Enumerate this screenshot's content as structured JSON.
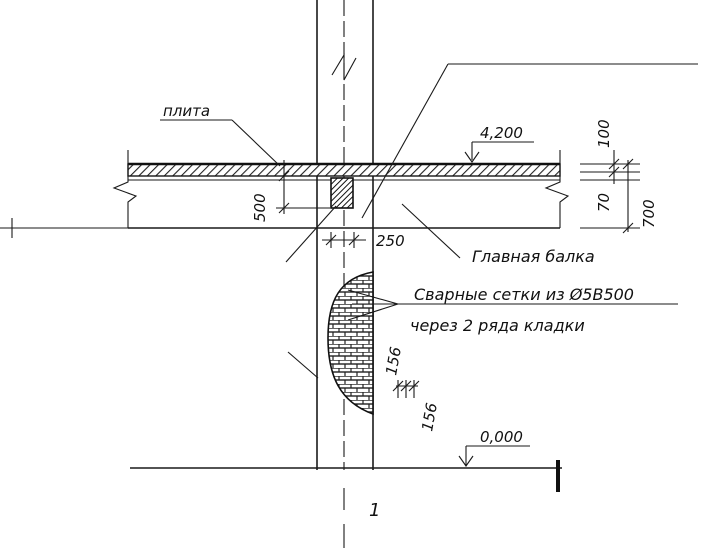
{
  "labels": {
    "slab": "плита",
    "main_beam": "Главная балка",
    "mesh_line1": "Сварные сетки  из Ø5В500",
    "mesh_line2": "через 2  ряда  кладки",
    "section_mark": "1"
  },
  "levels": {
    "top": "4,200",
    "bottom": "0,000"
  },
  "dimensions": {
    "d100": "100",
    "d70": "70",
    "d700": "700",
    "d500": "500",
    "d250": "250",
    "d156_upper": "156",
    "d156_lower": "156"
  }
}
